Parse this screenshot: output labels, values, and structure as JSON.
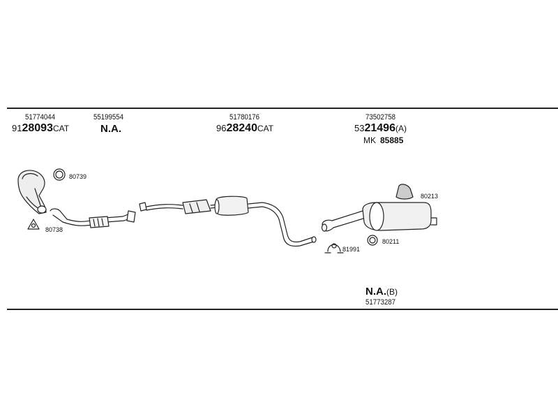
{
  "parts": {
    "p1": {
      "number": "51774044",
      "prefix": "91",
      "main": "28093",
      "suffix": "CAT"
    },
    "p2": {
      "number": "55199554",
      "label": "N.A."
    },
    "p3": {
      "number": "51780176",
      "prefix": "96",
      "main": "28240",
      "suffix": "CAT"
    },
    "p4": {
      "number": "73502758",
      "prefix": "53",
      "main": "21496",
      "suffix": "(A)",
      "kit_label": "MK",
      "kit_code": "85885"
    },
    "p5": {
      "label": "N.A.",
      "suffix": "(B)",
      "number": "51773287"
    }
  },
  "accessories": {
    "a80739": "80739",
    "a80738": "80738",
    "a80213": "80213",
    "a81991": "81991",
    "a80211": "80211"
  }
}
